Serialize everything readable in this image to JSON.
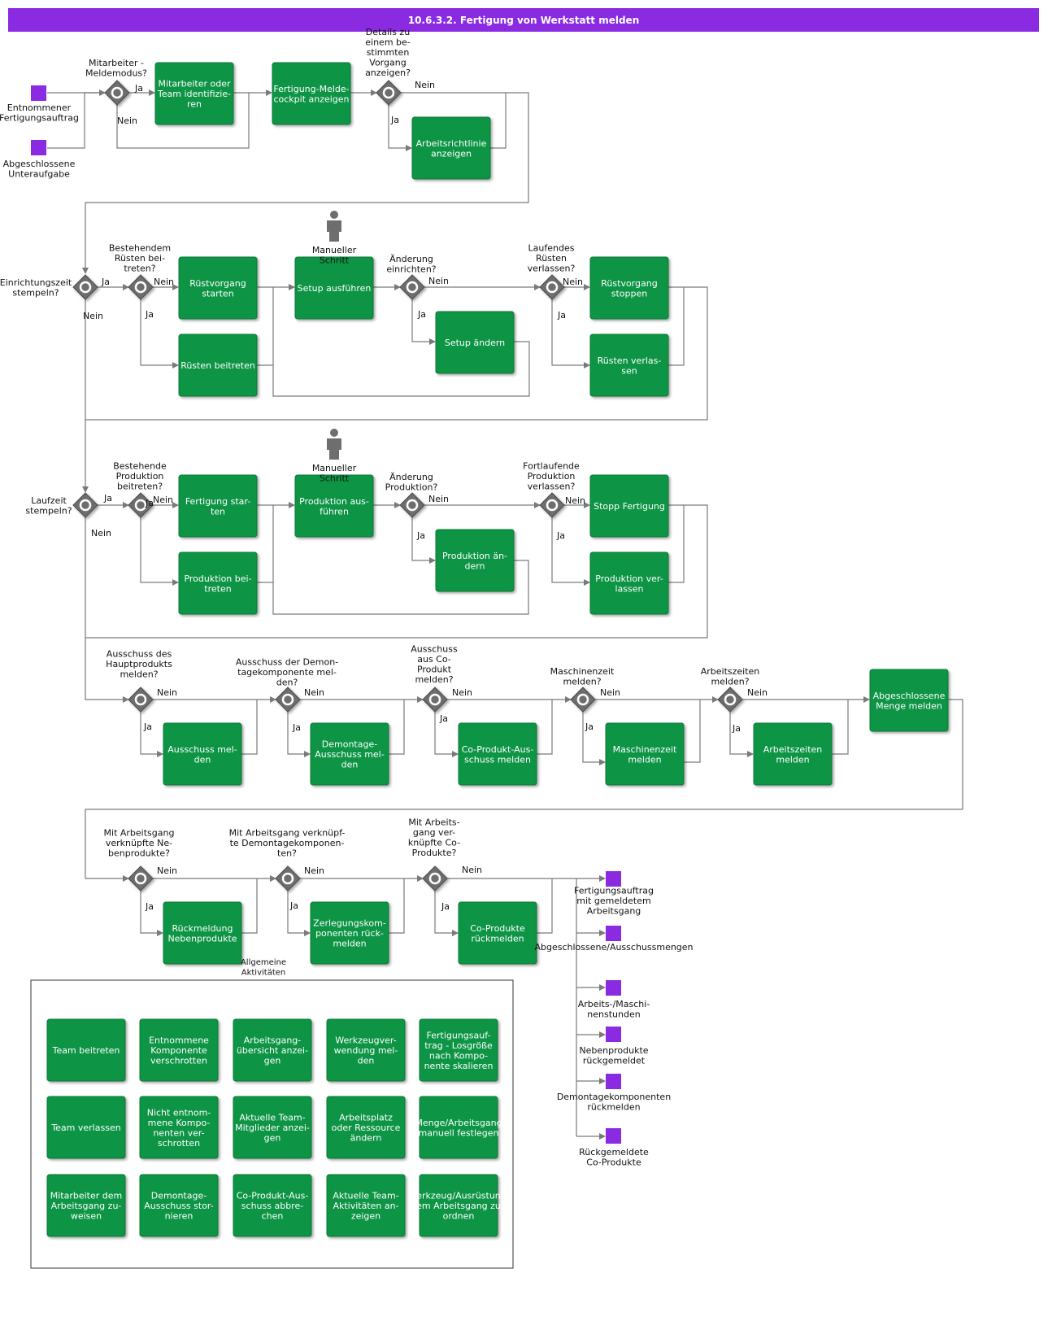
{
  "header": {
    "title": "10.6.3.2. Fertigung von Werkstatt melden"
  },
  "colors": {
    "header": "#8a2be2",
    "task": "#0b9444",
    "task_border": "#0a7a38",
    "event": "#8a2be2",
    "gateway": "#6e6e6e",
    "line": "#7a7a7a"
  },
  "events": {
    "start_1": "Entnommener\nFertigungsauftrag",
    "start_2": "Abgeschlossene\nUnteraufgabe",
    "end_1": "Fertigungsauftrag\nmit gemeldetem\nArbeitsgang",
    "end_2": "Abgeschlossene/Ausschussmengen",
    "end_3": "Arbeits-/Maschi-\nnenstunden",
    "end_4": "Nebenprodukte\nrückgemeldet",
    "end_5": "Demontagekomponenten\nrückmelden",
    "end_6": "Rückgemeldete\nCo-Produkte"
  },
  "gateways": {
    "g1": "Mitarbeiter -\nMeldemodus?",
    "g2": "Details zu\neinem be-\nstimmten\nVorgang\nanzeigen?",
    "g3": "Einrichtungszeit\nstempeln?",
    "g4": "Bestehendem\nRüsten bei-\ntreten?",
    "g5": "Änderung\neinrichten?",
    "g6": "Laufendes\nRüsten\nverlassen?",
    "g7": "Laufzeit\nstempeln?",
    "g8": "Bestehende\nProduktion\nbeitreten?",
    "g9": "Änderung\nProduktion?",
    "g10": "Fortlaufende\nProduktion\nverlassen?",
    "g11": "Ausschuss des\nHauptprodukts\nmelden?",
    "g12": "Ausschuss der Demon-\ntagekomponente mel-\nden?",
    "g13": "Ausschuss\naus Co-\nProdukt\nmelden?",
    "g14": "Maschinenzeit\nmelden?",
    "g15": "Arbeitszeiten\nmelden?",
    "g16": "Mit Arbeitsgang\nverknüpfte Ne-\nbenprodukte?",
    "g17": "Mit Arbeitsgang verknüpf-\nte Demontagekomponen-\nten?",
    "g18": "Mit Arbeits-\ngang ver-\nknüpfte Co-\nProdukte?"
  },
  "tasks": {
    "t1": "Mitarbeiter oder\nTeam identifizie-\nren",
    "t2": "Fertigung-Melde-\ncockpit anzeigen",
    "t3": "Arbeitsrichtlinie\nanzeigen",
    "t4": "Rüstvorgang\nstarten",
    "t5": "Rüsten beitreten",
    "t6": "Setup ausführen",
    "t7": "Setup ändern",
    "t8": "Rüstvorgang\nstoppen",
    "t9": "Rüsten verlas-\nsen",
    "t10": "Fertigung star-\nten",
    "t11": "Produktion bei-\ntreten",
    "t12": "Produktion aus-\nführen",
    "t13": "Produktion än-\ndern",
    "t14": "Stopp Fertigung",
    "t15": "Produktion ver-\nlassen",
    "t16": "Ausschuss mel-\nden",
    "t17": "Demontage-\nAusschuss mel-\nden",
    "t18": "Co-Produkt-Aus-\nschuss melden",
    "t19": "Maschinenzeit\nmelden",
    "t20": "Arbeitszeiten\nmelden",
    "t21": "Abgeschlossene\nMenge melden",
    "t22": "Rückmeldung\nNebenprodukte",
    "t23": "Zerlegungskom-\nponenten rück-\nmelden",
    "t24": "Co-Produkte\nrückmelden"
  },
  "actors": {
    "a1": "Manueller\nSchritt",
    "a2": "Manueller\nSchritt"
  },
  "flow_labels": {
    "yes": "Ja",
    "no": "Nein"
  },
  "general": {
    "title": "Allgemeine\nAktivitäten",
    "items": [
      "Team beitreten",
      "Entnommene\nKomponente\nverschrotten",
      "Arbeitsgang-\nübersicht anzei-\ngen",
      "Werkzeugver-\nwendung mel-\nden",
      "Fertigungsauf-\ntrag - Losgröße\nnach Kompo-\nnente skalieren",
      "Team verlassen",
      "Nicht entnom-\nmene Kompo-\nnenten ver-\nschrotten",
      "Aktuelle Team-\nMitglieder anzei-\ngen",
      "Arbeitsplatz\noder Ressource\nändern",
      "Menge/Arbeitsgang\nmanuell festlegen",
      "Mitarbeiter dem\nArbeitsgang zu-\nweisen",
      "Demontage-\nAusschuss stor-\nnieren",
      "Co-Produkt-Aus-\nschuss abbre-\nchen",
      "Aktuelle Team-\nAktivitäten an-\nzeigen",
      "erkzeug/Ausrüstun\nem Arbeitsgang zu\nordnen"
    ]
  }
}
